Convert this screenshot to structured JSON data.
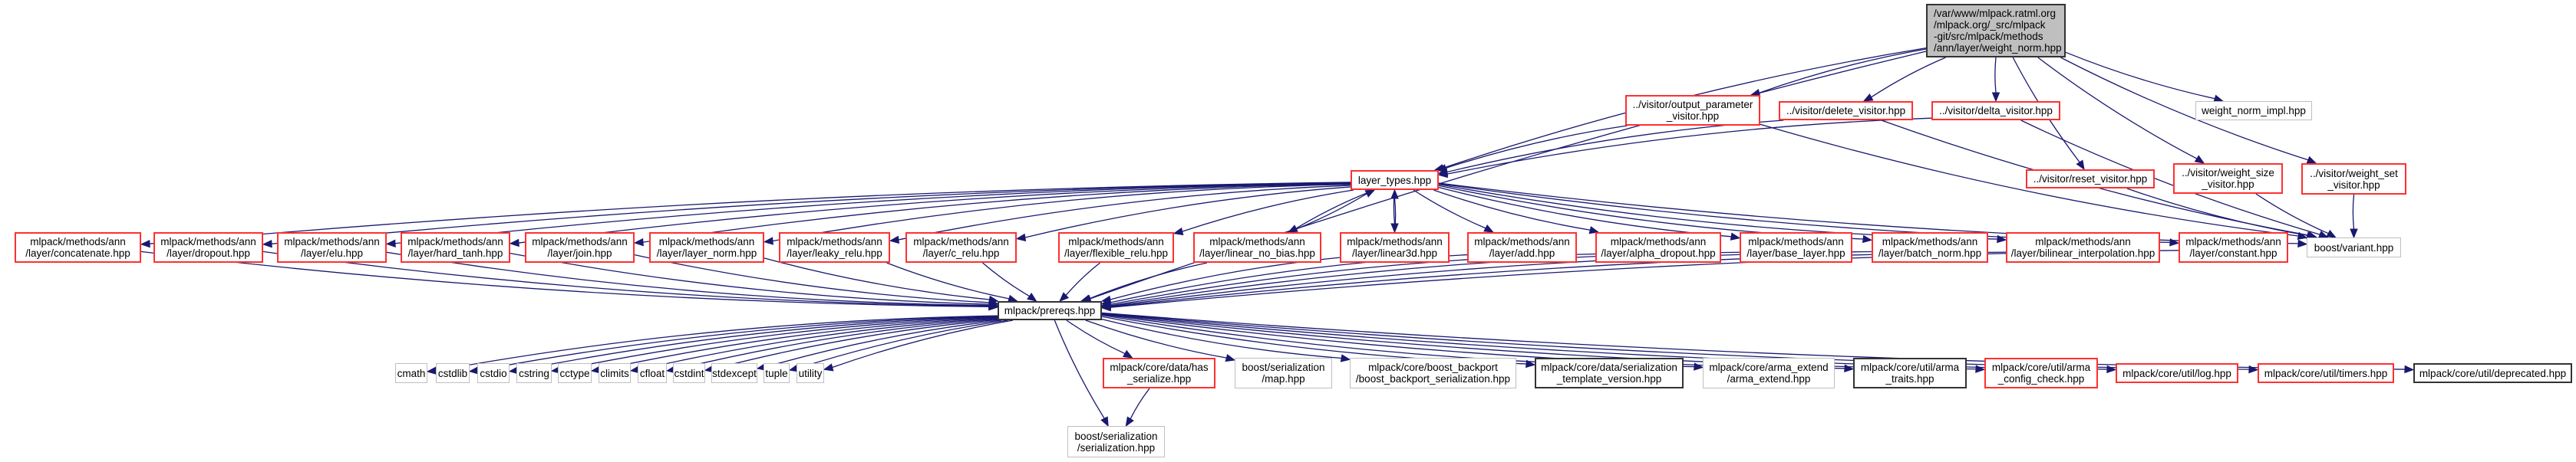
{
  "graph": {
    "title": "Include dependency graph for weight_norm.hpp",
    "colors": {
      "edge": "#191970",
      "documented_border": "#ff3030",
      "undocumented_border": "#bfbfbf",
      "root_fill": "#bfbfbf",
      "plain_border": "#333333"
    },
    "nodes": [
      {
        "id": "root",
        "label": "/var/www/mlpack.ratml.org\n/mlpack.org/_src/mlpack\n-git/src/mlpack/methods\n/ann/layer/weight_norm.hpp",
        "style": "root"
      },
      {
        "id": "output_param",
        "label": "../visitor/output_parameter\n_visitor.hpp",
        "style": "red"
      },
      {
        "id": "delete_visitor",
        "label": "../visitor/delete_visitor.hpp",
        "style": "red"
      },
      {
        "id": "delta_visitor",
        "label": "../visitor/delta_visitor.hpp",
        "style": "red"
      },
      {
        "id": "weight_norm_impl",
        "label": "weight_norm_impl.hpp",
        "style": "gray"
      },
      {
        "id": "layer_types",
        "label": "layer_types.hpp",
        "style": "red"
      },
      {
        "id": "reset_visitor",
        "label": "../visitor/reset_visitor.hpp",
        "style": "red"
      },
      {
        "id": "weight_size",
        "label": "../visitor/weight_size\n_visitor.hpp",
        "style": "red"
      },
      {
        "id": "weight_set",
        "label": "../visitor/weight_set\n_visitor.hpp",
        "style": "red"
      },
      {
        "id": "concatenate",
        "label": "mlpack/methods/ann\n/layer/concatenate.hpp",
        "style": "red"
      },
      {
        "id": "dropout",
        "label": "mlpack/methods/ann\n/layer/dropout.hpp",
        "style": "red"
      },
      {
        "id": "elu",
        "label": "mlpack/methods/ann\n/layer/elu.hpp",
        "style": "red"
      },
      {
        "id": "hard_tanh",
        "label": "mlpack/methods/ann\n/layer/hard_tanh.hpp",
        "style": "red"
      },
      {
        "id": "join",
        "label": "mlpack/methods/ann\n/layer/join.hpp",
        "style": "red"
      },
      {
        "id": "layer_norm",
        "label": "mlpack/methods/ann\n/layer/layer_norm.hpp",
        "style": "red"
      },
      {
        "id": "leaky_relu",
        "label": "mlpack/methods/ann\n/layer/leaky_relu.hpp",
        "style": "red"
      },
      {
        "id": "c_relu",
        "label": "mlpack/methods/ann\n/layer/c_relu.hpp",
        "style": "red"
      },
      {
        "id": "flexible_relu",
        "label": "mlpack/methods/ann\n/layer/flexible_relu.hpp",
        "style": "red"
      },
      {
        "id": "linear_no_bias",
        "label": "mlpack/methods/ann\n/layer/linear_no_bias.hpp",
        "style": "red"
      },
      {
        "id": "linear3d",
        "label": "mlpack/methods/ann\n/layer/linear3d.hpp",
        "style": "red"
      },
      {
        "id": "add",
        "label": "mlpack/methods/ann\n/layer/add.hpp",
        "style": "red"
      },
      {
        "id": "alpha_dropout",
        "label": "mlpack/methods/ann\n/layer/alpha_dropout.hpp",
        "style": "red"
      },
      {
        "id": "base_layer",
        "label": "mlpack/methods/ann\n/layer/base_layer.hpp",
        "style": "red"
      },
      {
        "id": "batch_norm",
        "label": "mlpack/methods/ann\n/layer/batch_norm.hpp",
        "style": "red"
      },
      {
        "id": "bilinear",
        "label": "mlpack/methods/ann\n/layer/bilinear_interpolation.hpp",
        "style": "red"
      },
      {
        "id": "constant",
        "label": "mlpack/methods/ann\n/layer/constant.hpp",
        "style": "red"
      },
      {
        "id": "boost_variant",
        "label": "boost/variant.hpp",
        "style": "gray"
      },
      {
        "id": "prereqs",
        "label": "mlpack/prereqs.hpp",
        "style": "black"
      },
      {
        "id": "cmath",
        "label": "cmath",
        "style": "gray"
      },
      {
        "id": "cstdlib",
        "label": "cstdlib",
        "style": "gray"
      },
      {
        "id": "cstdio",
        "label": "cstdio",
        "style": "gray"
      },
      {
        "id": "cstring",
        "label": "cstring",
        "style": "gray"
      },
      {
        "id": "cctype",
        "label": "cctype",
        "style": "gray"
      },
      {
        "id": "climits",
        "label": "climits",
        "style": "gray"
      },
      {
        "id": "cfloat",
        "label": "cfloat",
        "style": "gray"
      },
      {
        "id": "cstdint",
        "label": "cstdint",
        "style": "gray"
      },
      {
        "id": "stdexcept",
        "label": "stdexcept",
        "style": "gray"
      },
      {
        "id": "tuple",
        "label": "tuple",
        "style": "gray"
      },
      {
        "id": "utility",
        "label": "utility",
        "style": "gray"
      },
      {
        "id": "has_serialize",
        "label": "mlpack/core/data/has\n_serialize.hpp",
        "style": "red"
      },
      {
        "id": "map_hpp",
        "label": "boost/serialization\n/map.hpp",
        "style": "gray"
      },
      {
        "id": "boost_backport",
        "label": "mlpack/core/boost_backport\n/boost_backport_serialization.hpp",
        "style": "gray"
      },
      {
        "id": "serial_tmpl",
        "label": "mlpack/core/data/serialization\n_template_version.hpp",
        "style": "black"
      },
      {
        "id": "arma_extend",
        "label": "mlpack/core/arma_extend\n/arma_extend.hpp",
        "style": "gray"
      },
      {
        "id": "arma_traits",
        "label": "mlpack/core/util/arma\n_traits.hpp",
        "style": "black"
      },
      {
        "id": "arma_config",
        "label": "mlpack/core/util/arma\n_config_check.hpp",
        "style": "red"
      },
      {
        "id": "log",
        "label": "mlpack/core/util/log.hpp",
        "style": "red"
      },
      {
        "id": "timers",
        "label": "mlpack/core/util/timers.hpp",
        "style": "red"
      },
      {
        "id": "deprecated",
        "label": "mlpack/core/util/deprecated.hpp",
        "style": "black"
      },
      {
        "id": "serialization",
        "label": "boost/serialization\n/serialization.hpp",
        "style": "gray"
      }
    ],
    "edges": [
      [
        "root",
        "layer_types"
      ],
      [
        "root",
        "output_param"
      ],
      [
        "root",
        "delete_visitor"
      ],
      [
        "root",
        "delta_visitor"
      ],
      [
        "root",
        "weight_norm_impl"
      ],
      [
        "root",
        "reset_visitor"
      ],
      [
        "root",
        "weight_size"
      ],
      [
        "root",
        "weight_set"
      ],
      [
        "root",
        "prereqs"
      ],
      [
        "output_param",
        "layer_types"
      ],
      [
        "output_param",
        "boost_variant"
      ],
      [
        "delete_visitor",
        "layer_types"
      ],
      [
        "delete_visitor",
        "boost_variant"
      ],
      [
        "delta_visitor",
        "layer_types"
      ],
      [
        "delta_visitor",
        "boost_variant"
      ],
      [
        "reset_visitor",
        "boost_variant"
      ],
      [
        "weight_size",
        "boost_variant"
      ],
      [
        "weight_set",
        "boost_variant"
      ],
      [
        "layer_types",
        "concatenate"
      ],
      [
        "layer_types",
        "dropout"
      ],
      [
        "layer_types",
        "elu"
      ],
      [
        "layer_types",
        "hard_tanh"
      ],
      [
        "layer_types",
        "join"
      ],
      [
        "layer_types",
        "layer_norm"
      ],
      [
        "layer_types",
        "leaky_relu"
      ],
      [
        "layer_types",
        "c_relu"
      ],
      [
        "layer_types",
        "flexible_relu"
      ],
      [
        "layer_types",
        "linear_no_bias"
      ],
      [
        "layer_types",
        "linear3d"
      ],
      [
        "layer_types",
        "add"
      ],
      [
        "layer_types",
        "alpha_dropout"
      ],
      [
        "layer_types",
        "base_layer"
      ],
      [
        "layer_types",
        "batch_norm"
      ],
      [
        "layer_types",
        "bilinear"
      ],
      [
        "layer_types",
        "constant"
      ],
      [
        "layer_types",
        "boost_variant"
      ],
      [
        "linear_no_bias",
        "layer_types"
      ],
      [
        "linear3d",
        "layer_types"
      ],
      [
        "concatenate",
        "prereqs"
      ],
      [
        "dropout",
        "prereqs"
      ],
      [
        "elu",
        "prereqs"
      ],
      [
        "hard_tanh",
        "prereqs"
      ],
      [
        "join",
        "prereqs"
      ],
      [
        "layer_norm",
        "prereqs"
      ],
      [
        "leaky_relu",
        "prereqs"
      ],
      [
        "c_relu",
        "prereqs"
      ],
      [
        "flexible_relu",
        "prereqs"
      ],
      [
        "linear_no_bias",
        "prereqs"
      ],
      [
        "linear3d",
        "prereqs"
      ],
      [
        "add",
        "prereqs"
      ],
      [
        "alpha_dropout",
        "prereqs"
      ],
      [
        "base_layer",
        "prereqs"
      ],
      [
        "batch_norm",
        "prereqs"
      ],
      [
        "bilinear",
        "prereqs"
      ],
      [
        "constant",
        "prereqs"
      ],
      [
        "prereqs",
        "cmath"
      ],
      [
        "prereqs",
        "cstdlib"
      ],
      [
        "prereqs",
        "cstdio"
      ],
      [
        "prereqs",
        "cstring"
      ],
      [
        "prereqs",
        "cctype"
      ],
      [
        "prereqs",
        "climits"
      ],
      [
        "prereqs",
        "cfloat"
      ],
      [
        "prereqs",
        "cstdint"
      ],
      [
        "prereqs",
        "stdexcept"
      ],
      [
        "prereqs",
        "tuple"
      ],
      [
        "prereqs",
        "utility"
      ],
      [
        "prereqs",
        "has_serialize"
      ],
      [
        "prereqs",
        "map_hpp"
      ],
      [
        "prereqs",
        "boost_backport"
      ],
      [
        "prereqs",
        "serial_tmpl"
      ],
      [
        "prereqs",
        "arma_extend"
      ],
      [
        "prereqs",
        "arma_traits"
      ],
      [
        "prereqs",
        "arma_config"
      ],
      [
        "prereqs",
        "log"
      ],
      [
        "prereqs",
        "timers"
      ],
      [
        "prereqs",
        "deprecated"
      ],
      [
        "prereqs",
        "serialization"
      ],
      [
        "has_serialize",
        "serialization"
      ]
    ]
  }
}
